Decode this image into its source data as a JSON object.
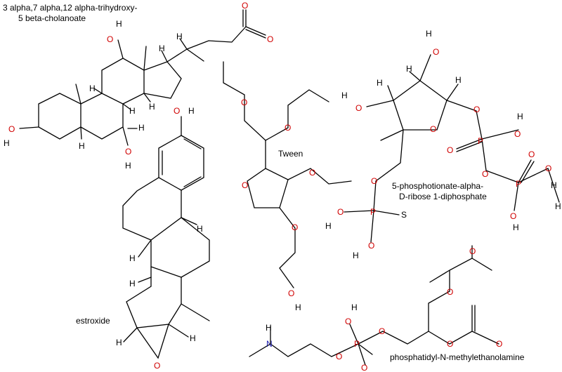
{
  "labels": {
    "cholanoate_line1": "3 alpha,7 alpha,12 alpha-trihydroxy-",
    "cholanoate_line2": "5 beta-cholanoate",
    "tween": "Tween",
    "ribose_line1": "5-phosphotionate-alpha-",
    "ribose_line2": "D-ribose 1-diphosphate",
    "estroxide": "estroxide",
    "phosphatidyl": "phosphatidyl-N-methylethanolamine"
  },
  "atom_symbols": {
    "oxygen": "O",
    "hydrogen": "H",
    "phosphorus": "P",
    "sulfur": "S",
    "nitrogen": "N"
  },
  "colors": {
    "oxygen": "#d00000",
    "phosphorus": "#d00000",
    "nitrogen": "#1f1fb0",
    "carbon_bond": "#000000"
  }
}
